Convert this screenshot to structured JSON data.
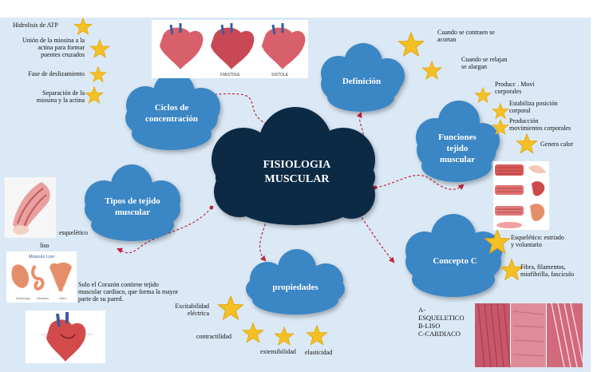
{
  "center": {
    "line1": "FISIOLOGIA",
    "line2": "MUSCULAR"
  },
  "clouds": {
    "definicion": "Definición",
    "ciclos_l1": "Ciclos de",
    "ciclos_l2": "concentración",
    "funciones_l1": "Funciones",
    "funciones_l2": "tejido",
    "funciones_l3": "muscular",
    "tipos_l1": "Tipos de tejido",
    "tipos_l2": "muscular",
    "concepto": "Concepto C",
    "propiedades": "propiedades"
  },
  "ciclos_items": {
    "atp": "Hidrolisis de ATP",
    "union_l1": "Unión de la miosina a la",
    "union_l2": "actina para formar",
    "union_l3": "puentes cruzados",
    "deslizamiento": "Fase de deslizamiento",
    "separacion_l1": "Separación de la",
    "separacion_l2": "miosina y la actina"
  },
  "definicion_items": {
    "contraen_l1": "Cuando se contraen se",
    "contraen_l2": "acortan",
    "relajan_l1": "Cuando se relajan",
    "relajan_l2": "se alargan"
  },
  "funciones_items": {
    "producc_l1": "Producc . Movi",
    "producc_l2": "corporales",
    "estabiliza_l1": "Estabiliza posición",
    "estabiliza_l2": "corporal",
    "produccion_l1": "Producción",
    "produccion_l2": "movimientos corporales",
    "calor": "Genera calor"
  },
  "tipos_items": {
    "esqueletico": "esquelético",
    "liso": "liso",
    "liso_title": "Músculo Liso",
    "corazon_l1": "Solo el Corazón contiene tejido",
    "corazon_l2": "muscular cardiaco, que forma la mayor",
    "corazon_l3": "parte de su pared."
  },
  "concepto_items": {
    "esqueletico_l1": "Esquelético: estriado",
    "esqueletico_l2": "y voluntario",
    "fibra_l1": "Fibra, filamentos,",
    "fibra_l2": "miofibrilla, fascículo",
    "a": "A-",
    "a2": "ESQUELETICO",
    "b": "B-LISO",
    "c": "C-CARDIACO"
  },
  "propiedades_items": {
    "excitabilidad_l1": "Excitabilidad",
    "excitabilidad_l2": "eléctrica",
    "contractilidad": "contractilidad",
    "extensibilidad": "extensibilidad",
    "elasticidad": "elasticidad"
  },
  "heart_labels": {
    "diastole": "DIASTOLE",
    "sistole": "SISTOLE"
  },
  "liso_captions": {
    "c1": "Estómago",
    "c2": "Intestino",
    "c3": "Útero"
  },
  "colors": {
    "background": "#dbe9f6",
    "center_cloud": "#102a44",
    "topic_cloud": "#3b86c4",
    "connector": "#c2233b",
    "star": "#f5c024"
  }
}
